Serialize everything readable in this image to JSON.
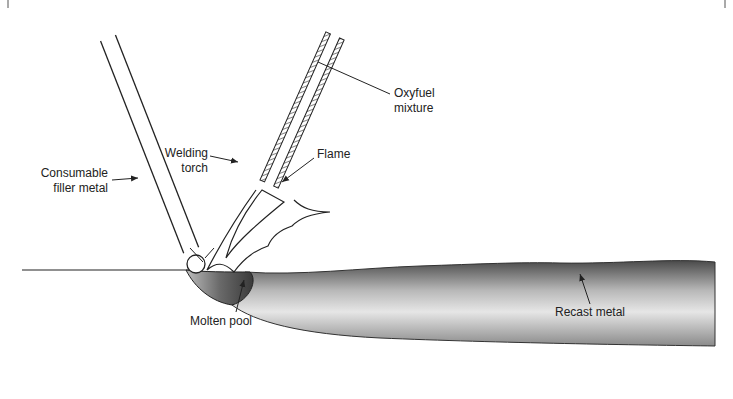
{
  "diagram": {
    "labels": [
      "Consumable filler metal",
      "Welding torch",
      "Oxyfuel mixture",
      "Flame",
      "Molten pool",
      "Recast metal"
    ]
  }
}
